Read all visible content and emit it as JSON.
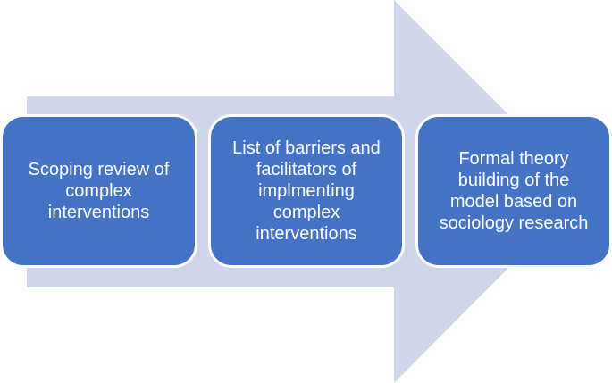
{
  "diagram": {
    "arrow_color": "#cfd6ea",
    "box_color": "#4472c4",
    "box_border_color": "#ffffff",
    "text_color": "#ffffff",
    "steps": [
      {
        "label": "Scoping review of\ncomplex\ninterventions"
      },
      {
        "label": "List of barriers and\nfacilitators of\nimplmenting\ncomplex\ninterventions"
      },
      {
        "label": "Formal theory\nbuilding of the\nmodel based on\nsociology research"
      }
    ]
  }
}
